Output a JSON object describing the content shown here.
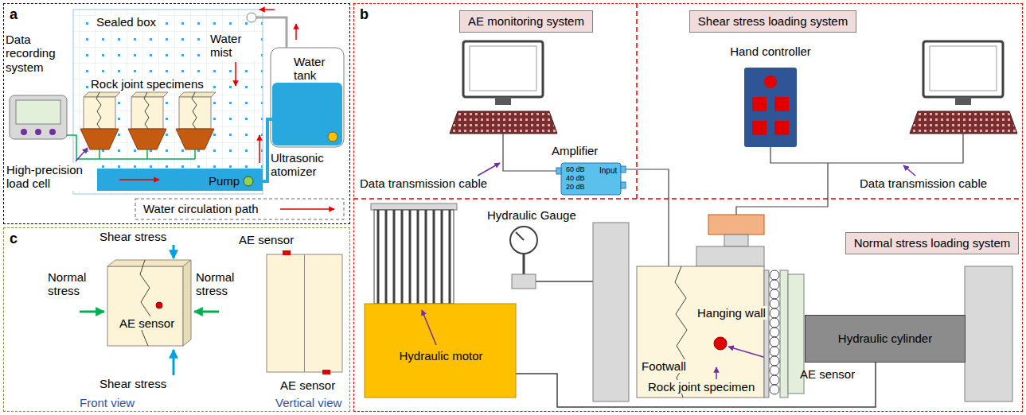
{
  "diagram": {
    "nodes": [
      {
        "text": [
          "a"
        ]
      },
      {
        "text": [
          "Sealed box"
        ],
        "in": 0
      },
      {
        "text": [
          "Water tank"
        ],
        "in": 0
      },
      {
        "text": [
          "Data recording system"
        ],
        "in": 0
      },
      {
        "text": [
          "b"
        ]
      },
      {
        "text": [
          "AE monitoring system"
        ],
        "in": 4
      },
      {
        "text": [
          "Shear stress loading system"
        ],
        "in": 4
      },
      {
        "text": [
          "Normal stress loading system"
        ],
        "in": 4
      },
      {
        "text": [
          "Amplifier",
          "Input",
          "60 dB",
          "40 dB",
          "20 dB"
        ],
        "in": 4
      },
      {
        "text": [
          "Hand controller"
        ],
        "in": 4
      },
      {
        "text": [
          "Hydraulic motor"
        ],
        "in": 4
      },
      {
        "text": [
          "Hydraulic cylinder"
        ],
        "in": 4
      },
      {
        "text": [
          "c"
        ]
      }
    ],
    "labels": [
      "Water mist",
      "Rock joint specimens",
      "Ultrasonic atomizer",
      "Pump",
      "High-precision load cell",
      "Data transmission cable",
      "Data transmission cable",
      "Hydraulic Gauge",
      "Hanging wall",
      "Footwall",
      "AE sensor",
      "Rock joint specimen",
      "Shear stress",
      "Normal stress",
      "Normal stress",
      "AE sensor",
      "Shear stress",
      "AE sensor",
      "AE sensor",
      "Front view",
      "Vertical view"
    ],
    "legend": [
      {
        "text": "Water circulation path"
      }
    ]
  }
}
